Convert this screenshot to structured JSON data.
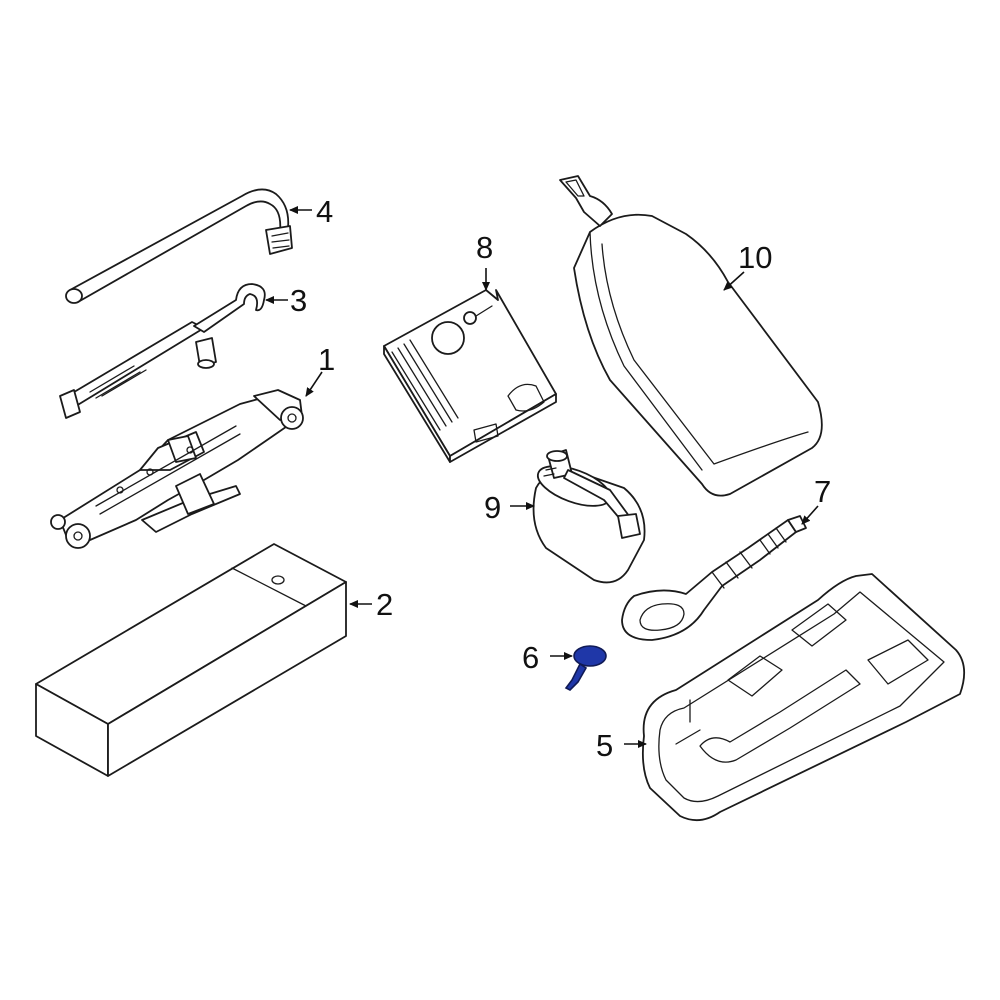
{
  "callouts": [
    {
      "id": "1",
      "label": "1"
    },
    {
      "id": "2",
      "label": "2"
    },
    {
      "id": "3",
      "label": "3"
    },
    {
      "id": "4",
      "label": "4"
    },
    {
      "id": "5",
      "label": "5"
    },
    {
      "id": "6",
      "label": "6"
    },
    {
      "id": "7",
      "label": "7"
    },
    {
      "id": "8",
      "label": "8"
    },
    {
      "id": "9",
      "label": "9"
    },
    {
      "id": "10",
      "label": "10"
    }
  ],
  "colors": {
    "line": "#1b1b1b",
    "highlight": "#1f37a8",
    "background": "#ffffff"
  },
  "highlighted_part": "6"
}
